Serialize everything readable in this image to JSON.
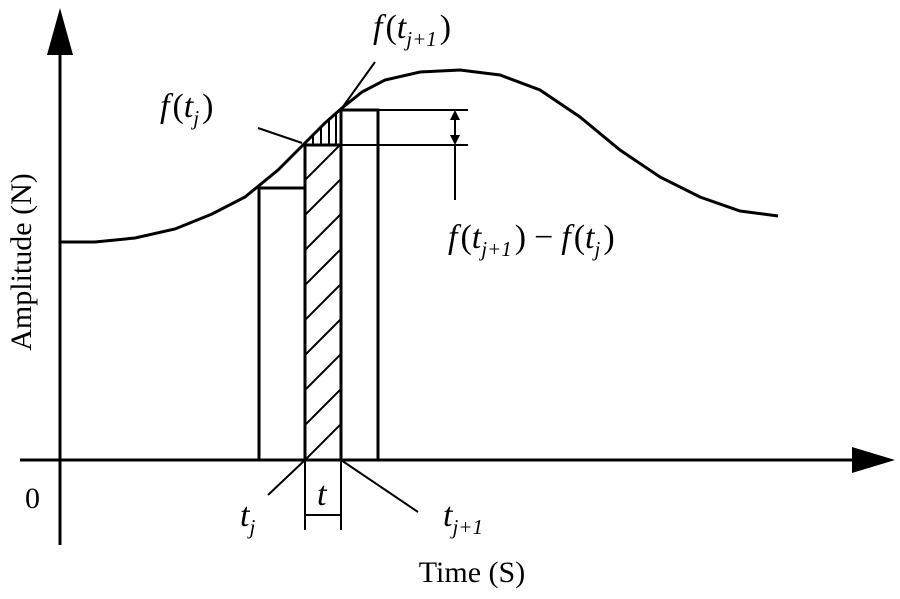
{
  "axes": {
    "x_label": "Time (S)",
    "y_label": "Amplitude (N)",
    "origin_label": "0"
  },
  "annotations": {
    "f_tj": {
      "func": "f",
      "open": "(",
      "var": "t",
      "sub": "j",
      "close": ")"
    },
    "f_tj1": {
      "func": "f",
      "open": "(",
      "var": "t",
      "sub": "j+1",
      "close": ")"
    },
    "difference": {
      "left_func": "f",
      "left_open": "(",
      "left_var": "t",
      "left_sub": "j+1",
      "left_close": ")",
      "minus": "−",
      "right_func": "f",
      "right_open": "(",
      "right_var": "t",
      "right_sub": "j",
      "right_close": ")"
    },
    "tj": {
      "var": "t",
      "sub": "j"
    },
    "tj1": {
      "var": "t",
      "sub": "j+1"
    },
    "dt": {
      "var": "t"
    }
  },
  "colors": {
    "line": "#000000",
    "background": "#ffffff"
  }
}
